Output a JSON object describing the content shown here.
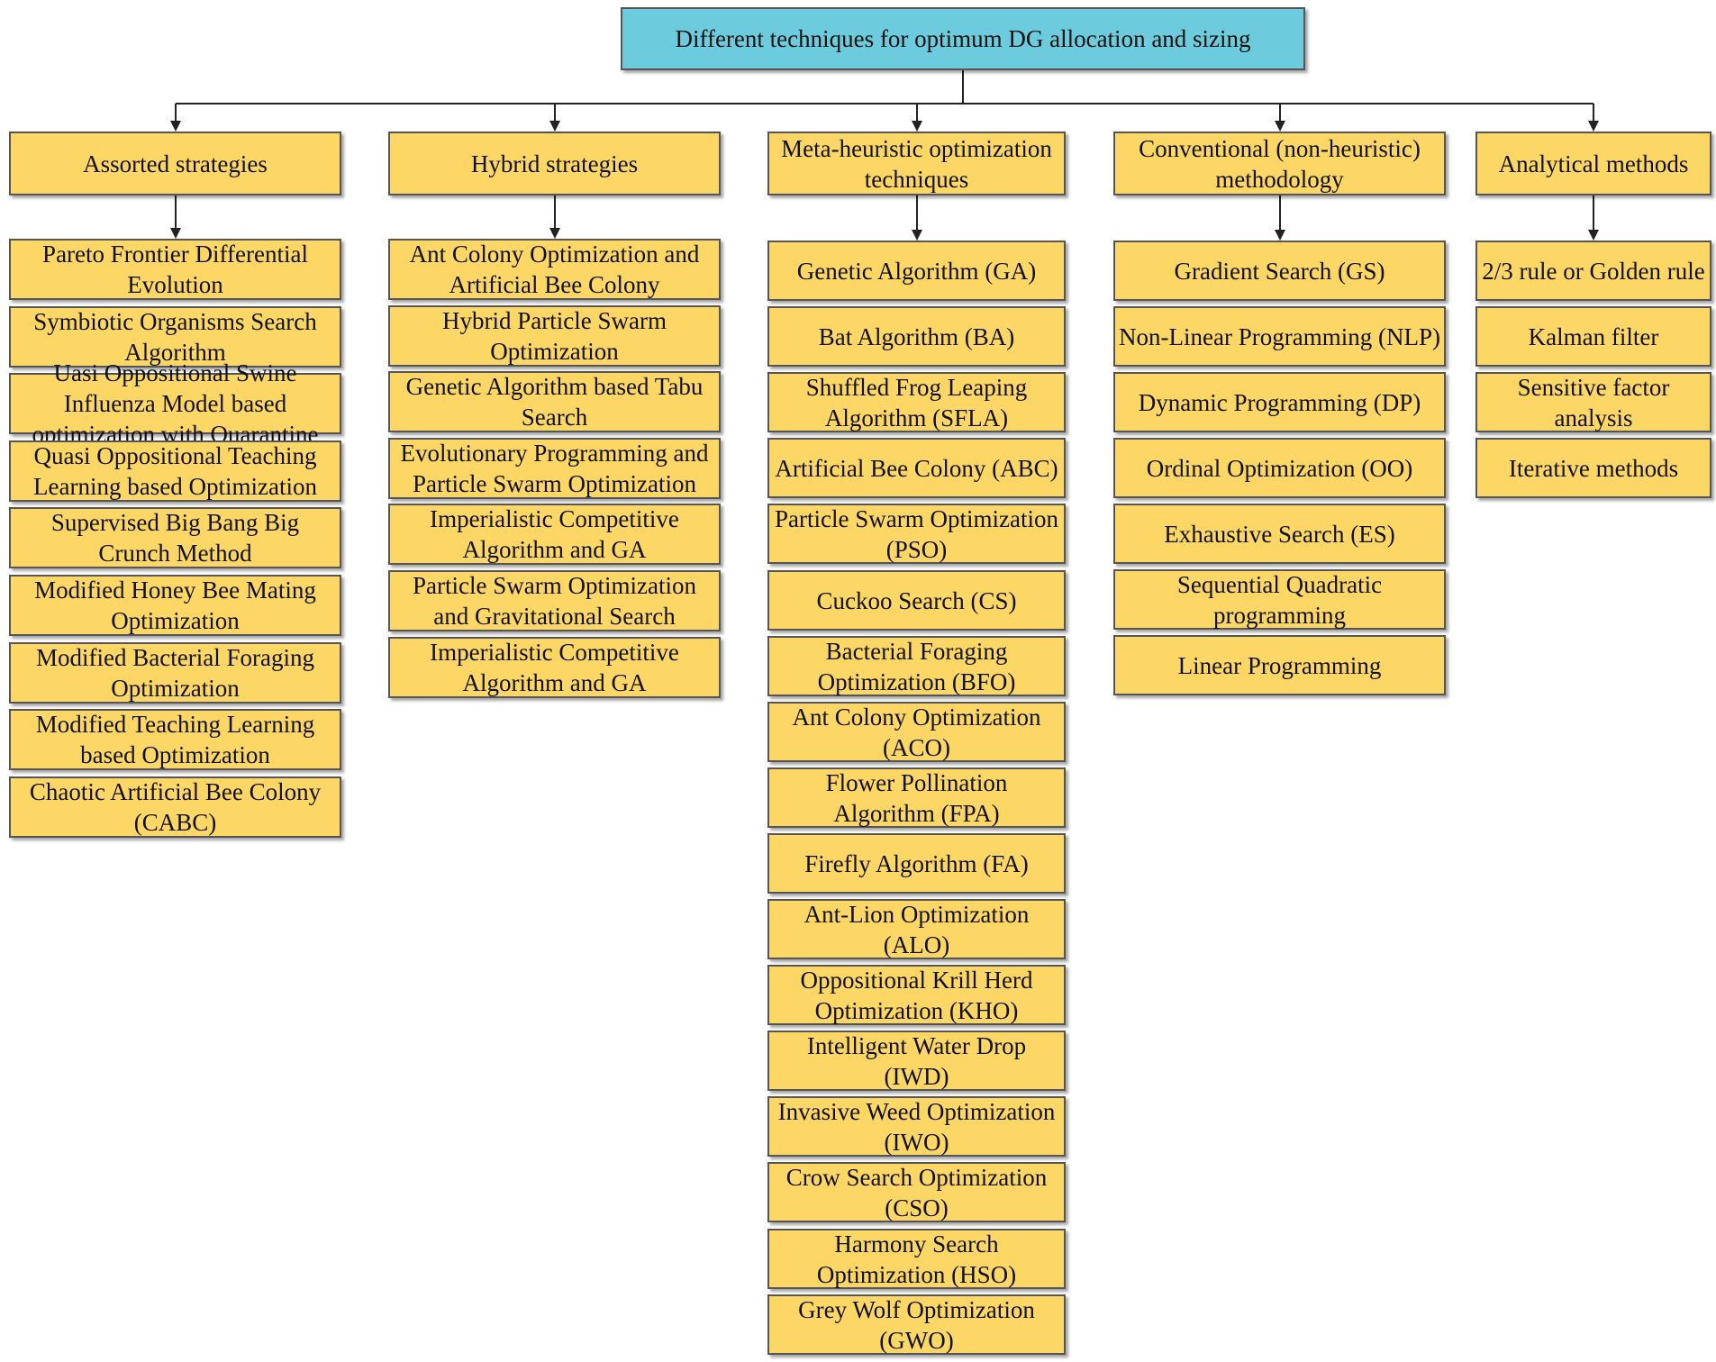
{
  "root": {
    "label": "Different techniques for optimum DG allocation and sizing"
  },
  "colors": {
    "root_fill": "#6ccbdc",
    "box_fill": "#fdd766",
    "border": "#555555"
  },
  "categories": [
    {
      "label": "Assorted strategies",
      "items": [
        "Pareto Frontier Differential Evolution",
        "Symbiotic Organisms Search Algorithm",
        "Uasi Oppositional Swine Influenza Model based optimization with Quarantine",
        "Quasi Oppositional Teaching Learning based Optimization",
        "Supervised Big Bang Big Crunch Method",
        "Modified Honey Bee Mating Optimization",
        "Modified Bacterial Foraging Optimization",
        "Modified Teaching Learning based Optimization",
        "Chaotic Artificial Bee Colony (CABC)"
      ]
    },
    {
      "label": "Hybrid strategies",
      "items": [
        "Ant Colony Optimization and Artificial Bee Colony",
        "Hybrid Particle Swarm Optimization",
        "Genetic Algorithm based Tabu Search",
        "Evolutionary Programming and Particle Swarm Optimization",
        "Imperialistic Competitive Algorithm and GA",
        "Particle Swarm Optimization and Gravitational Search",
        "Imperialistic Competitive Algorithm and GA"
      ]
    },
    {
      "label": "Meta-heuristic optimization techniques",
      "items": [
        "Genetic Algorithm (GA)",
        "Bat Algorithm (BA)",
        "Shuffled Frog Leaping Algorithm (SFLA)",
        "Artificial Bee Colony (ABC)",
        "Particle Swarm Optimization (PSO)",
        "Cuckoo Search (CS)",
        "Bacterial Foraging Optimization (BFO)",
        "Ant Colony Optimization (ACO)",
        "Flower Pollination Algorithm (FPA)",
        "Firefly Algorithm (FA)",
        "Ant-Lion Optimization (ALO)",
        "Oppositional Krill Herd Optimization (KHO)",
        "Intelligent Water Drop (IWD)",
        "Invasive Weed Optimization (IWO)",
        "Crow Search Optimization (CSO)",
        "Harmony Search Optimization (HSO)",
        "Grey Wolf Optimization (GWO)"
      ]
    },
    {
      "label": "Conventional (non-heuristic) methodology",
      "items": [
        "Gradient Search (GS)",
        "Non-Linear Programming (NLP)",
        "Dynamic Programming (DP)",
        "Ordinal Optimization (OO)",
        "Exhaustive Search (ES)",
        "Sequential Quadratic programming",
        "Linear Programming"
      ]
    },
    {
      "label": "Analytical methods",
      "items": [
        "2/3 rule or Golden rule",
        "Kalman filter",
        "Sensitive factor analysis",
        "Iterative methods"
      ]
    }
  ]
}
